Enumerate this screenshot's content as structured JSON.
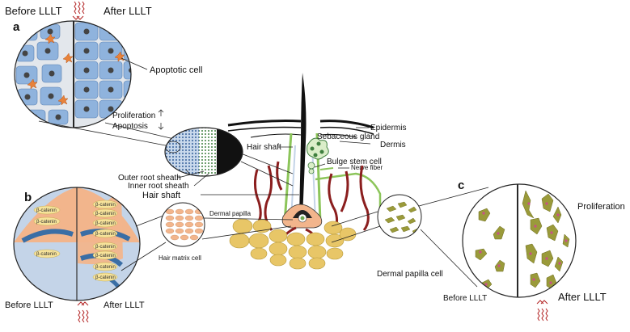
{
  "panel_a": {
    "letter": "a",
    "before_label": "Before LLLT",
    "after_label": "After LLLT",
    "apoptotic_cell": "Apoptotic cell",
    "proliferation": "Proliferation",
    "apoptosis": "Apoptosis"
  },
  "panel_b": {
    "letter": "b",
    "before_label": "Before LLLT",
    "after_label": "After LLLT",
    "beta_catenin": "β-catenin"
  },
  "panel_c": {
    "letter": "c",
    "before_label": "Before LLLT",
    "after_label": "After LLLT",
    "proliferation": "Proliferation"
  },
  "center": {
    "epidermis": "Epidermis",
    "dermis": "Dermis",
    "sebaceous_gland": "Sebaceous gland",
    "bulge_stem_cell": "Bulge stem cell",
    "nerve_fiber": "Nerve fiber",
    "hair_shaft_top": "Hair shaft",
    "outer_root_sheath": "Outer root sheath",
    "inner_root_sheath": "Inner root sheath",
    "hair_shaft": "Hair shaft",
    "dermal_papilla": "Dermal papilla",
    "hair_matrix_cell": "Hair matrix cell",
    "dermal_papilla_cell": "Dermal papilla cell"
  },
  "colors": {
    "cell_blue": "#8fb3dd",
    "nucleus": "#444444",
    "apoptotic_orange": "#e8823a",
    "peach": "#f2b58c",
    "lightblue": "#c4d4e8",
    "darkblue": "#3a6ea5",
    "fat_yellow": "#e8c667",
    "nerve_red": "#8b1e1e",
    "green": "#8cc55a",
    "fibroblast": "#9a9a3a",
    "laser_red": "#b22222"
  }
}
